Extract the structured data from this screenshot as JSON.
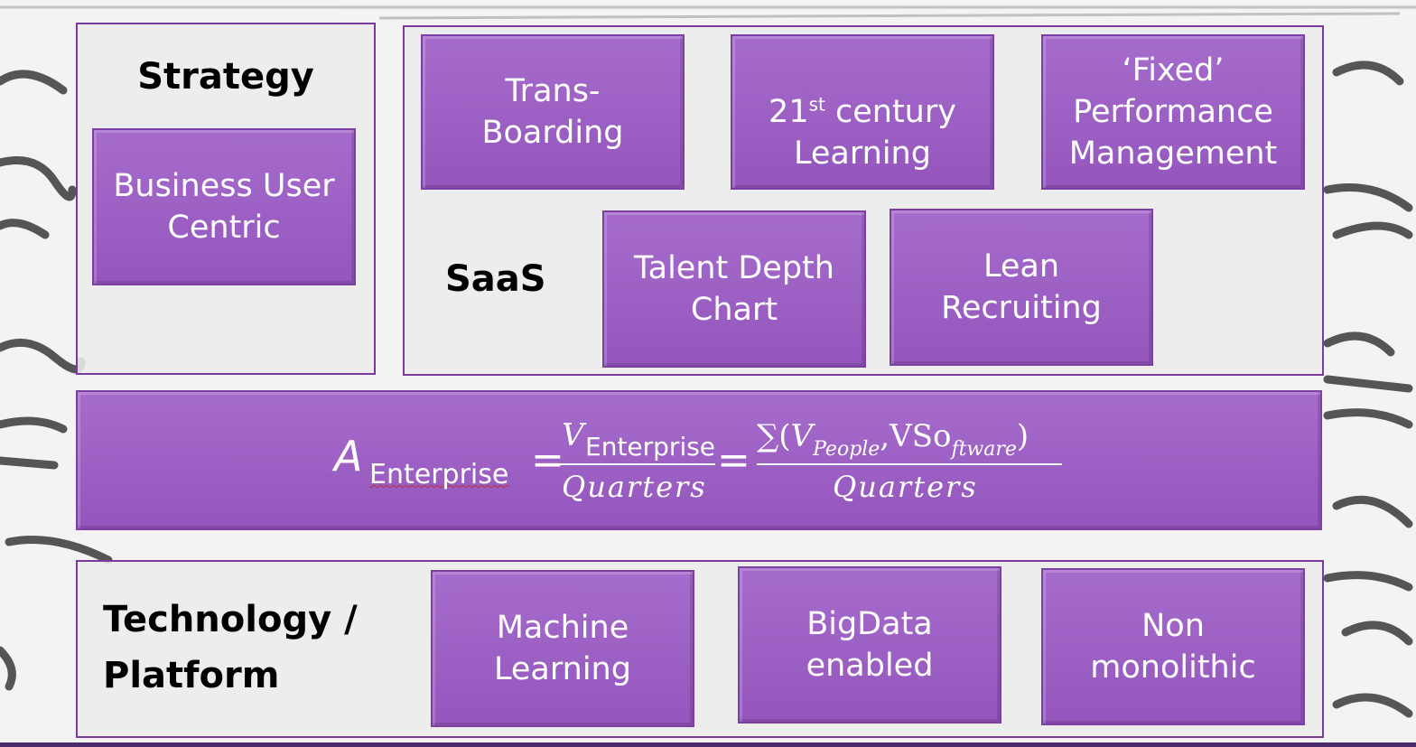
{
  "strategy": {
    "title": "Strategy",
    "tile": "Business User\nCentric"
  },
  "saas": {
    "title": "SaaS",
    "tiles": [
      "Trans-\nBoarding",
      "21st century\nLearning",
      "‘Fixed’\nPerformance\nManagement",
      "Talent Depth\nChart",
      "Lean\nRecruiting"
    ],
    "superscript": "st",
    "tile2_pre": "21",
    "tile2_post": " century",
    "tile2_line2": "Learning"
  },
  "formula": {
    "lhs_symbol": "A",
    "lhs_sub": "Enterprise",
    "equals": "=",
    "frac1_num_symbol": "V",
    "frac1_num_sub": "Enterprise",
    "denominator": "Quarters",
    "frac2_num_sum": "∑(",
    "frac2_num_v": "V",
    "frac2_num_sub1": "People",
    "frac2_num_mid": ",VSo",
    "frac2_num_sub2": "ftware",
    "frac2_num_close": ")"
  },
  "technology": {
    "title": "Technology /\nPlatform",
    "tiles": [
      "Machine\nLearning",
      "BigData\nenabled",
      "Non\nmonolithic"
    ]
  },
  "colors": {
    "tile": "#9a5cc4",
    "border": "#7a3aa0",
    "panel": "#ececec"
  }
}
